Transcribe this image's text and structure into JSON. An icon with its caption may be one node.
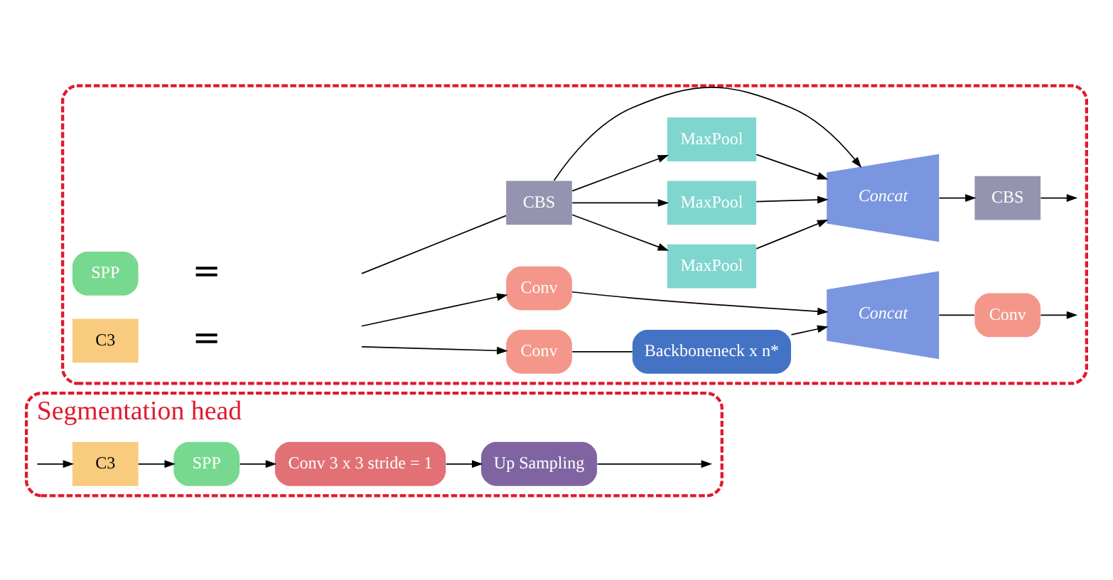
{
  "diagram": {
    "nodes": [
      {
        "text": [
          "Segmentation head"
        ]
      },
      {
        "text": [
          "C3"
        ],
        "in": 0
      },
      {
        "text": [
          "SPP"
        ],
        "in": 0
      },
      {
        "text": [
          "Conv 3 x 3 stride = 1"
        ],
        "in": 0
      },
      {
        "text": [
          "Up Sampling"
        ],
        "in": 0
      },
      {
        "text": [],
        "shape": "box"
      },
      {
        "text": [
          "SPP"
        ],
        "in": 5
      },
      {
        "text": [
          "CBS"
        ],
        "in": 5
      },
      {
        "text": [
          "MaxPool"
        ],
        "in": 5
      },
      {
        "text": [
          "MaxPool"
        ],
        "in": 5
      },
      {
        "text": [
          "MaxPool"
        ],
        "in": 5
      },
      {
        "text": [
          "Concat"
        ],
        "in": 5
      },
      {
        "text": [
          "CBS"
        ],
        "in": 5
      },
      {
        "text": [
          "C3"
        ],
        "in": 5
      },
      {
        "text": [
          "Conv"
        ],
        "in": 5
      },
      {
        "text": [
          "Backboneneck x n*"
        ],
        "in": 5
      },
      {
        "text": [
          "Concat"
        ],
        "in": 5
      },
      {
        "text": [
          "Conv"
        ],
        "in": 5
      },
      {
        "text": [
          "Conv"
        ],
        "in": 5
      }
    ],
    "edges": [
      {
        "from": null,
        "to": 1,
        "arrow": "to"
      },
      {
        "from": 1,
        "to": 2,
        "arrow": "to"
      },
      {
        "from": 2,
        "to": 3,
        "arrow": "to"
      },
      {
        "from": 3,
        "to": 4,
        "arrow": "to"
      },
      {
        "from": 4,
        "to": null,
        "arrow": "to"
      },
      {
        "from": null,
        "to": 7,
        "arrow": "none"
      },
      {
        "from": 7,
        "to": 8,
        "arrow": "to"
      },
      {
        "from": 7,
        "to": 9,
        "arrow": "to"
      },
      {
        "from": 7,
        "to": 10,
        "arrow": "to"
      },
      {
        "from": 7,
        "to": 11,
        "arrow": "to"
      },
      {
        "from": 8,
        "to": 11,
        "arrow": "to"
      },
      {
        "from": 9,
        "to": 11,
        "arrow": "to"
      },
      {
        "from": 10,
        "to": 11,
        "arrow": "to"
      },
      {
        "from": 11,
        "to": 12,
        "arrow": "to"
      },
      {
        "from": 12,
        "to": null,
        "arrow": "to"
      },
      {
        "from": null,
        "to": 14,
        "arrow": "to"
      },
      {
        "from": null,
        "to": 18,
        "arrow": "to"
      },
      {
        "from": 14,
        "to": 15,
        "arrow": "none"
      },
      {
        "from": 15,
        "to": 16,
        "arrow": "to"
      },
      {
        "from": 18,
        "to": 16,
        "arrow": "to"
      },
      {
        "from": 16,
        "to": 17,
        "arrow": "none"
      },
      {
        "from": 17,
        "to": null,
        "arrow": "to"
      }
    ],
    "labels": [
      "=",
      "="
    ]
  }
}
